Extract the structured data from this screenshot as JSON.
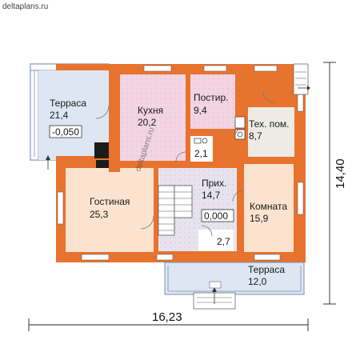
{
  "site": "deltaplans.ru",
  "watermark": "deltaplans.ru",
  "rooms": {
    "terrace_top": {
      "name": "Терраса",
      "area": "21,4",
      "level": "-0,050"
    },
    "kitchen": {
      "name": "Кухня",
      "area": "20,2"
    },
    "laundry": {
      "name": "Постир.",
      "area": "9,4"
    },
    "tech": {
      "name": "Тех. пом.",
      "area": "8,7"
    },
    "wc": {
      "area": "2,1"
    },
    "living": {
      "name": "Гостиная",
      "area": "25,3"
    },
    "hall": {
      "name": "Прих.",
      "area": "14,7",
      "level": "0,000"
    },
    "room": {
      "name": "Комната",
      "area": "15,9"
    },
    "closet": {
      "area": "2,7"
    },
    "terrace_bottom": {
      "name": "Терраса",
      "area": "12,0"
    }
  },
  "dimensions": {
    "width": "16,23",
    "height": "14,40"
  },
  "colors": {
    "wall": "#e8732e",
    "wall_dark": "#c95a1c",
    "terrace": "#dde6f2",
    "kitchen": "#f3d4e2",
    "living": "#fbe3cf",
    "hall": "#e6e3ef",
    "tech": "#ecece4"
  }
}
